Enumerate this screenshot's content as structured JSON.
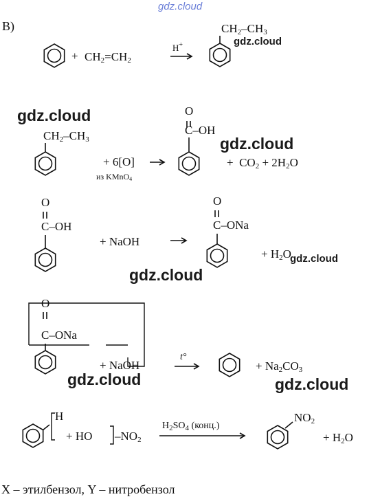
{
  "watermark": {
    "site": "gdz.cloud"
  },
  "section_label": "B)",
  "reaction1": {
    "plus": "+",
    "reagent_html": "CH<sub>2</sub>=CH<sub>2</sub>",
    "catalyst_html": "H<sup>+</sup>",
    "product_substituent_html": "CH<sub>2</sub>–CH<sub>3</sub>"
  },
  "reaction2": {
    "reactant_substituent_html": "CH<sub>2</sub>–CH<sub>3</sub>",
    "oxidant_html": "+ 6[O]",
    "oxidant_source_html": "из KMnO<sub>4</sub>",
    "carbonyl_o": "O",
    "acid_group": "C–OH",
    "byproducts_html": "+ &nbsp;CO<sub>2</sub> + 2H<sub>2</sub>O"
  },
  "reaction3": {
    "carbonyl_o": "O",
    "acid_group": "C–OH",
    "reagent": "+ NaOH",
    "salt_group": "C–ONa",
    "water_html": "+ H<sub>2</sub>O"
  },
  "reaction4": {
    "carbonyl_o": "O",
    "salt_group": "C–ONa",
    "reagent": "+ NaOH",
    "condition": "t°",
    "product_html": "+ Na<sub>2</sub>CO<sub>3</sub>"
  },
  "reaction5": {
    "h_atom": "H",
    "plus_ho": "+ HO",
    "no2_html": "–NO<sub>2</sub>",
    "catalyst_html": "H<sub>2</sub>SO<sub>4</sub> (конц.)",
    "product_substituent_html": "NO<sub>2</sub>",
    "water_html": "+ H<sub>2</sub>O"
  },
  "answer": "X – этилбензол, Y – нитробензол"
}
